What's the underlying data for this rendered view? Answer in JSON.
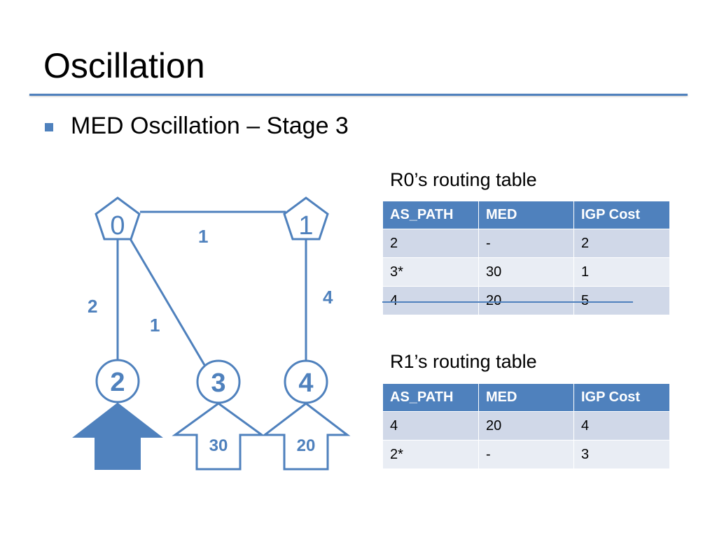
{
  "slide": {
    "title": "Oscillation",
    "bullet": "MED Oscillation – Stage 3"
  },
  "colors": {
    "accent": "#4f81bd",
    "header_fill": "#4f81bd",
    "row_odd": "#d0d8e8",
    "row_even": "#e9edf4"
  },
  "diagram": {
    "nodes": {
      "n0": {
        "label": "0",
        "shape": "pentagon"
      },
      "n1": {
        "label": "1",
        "shape": "pentagon"
      },
      "n2": {
        "label": "2",
        "shape": "circle"
      },
      "n3": {
        "label": "3",
        "shape": "circle"
      },
      "n4": {
        "label": "4",
        "shape": "circle"
      }
    },
    "edges": {
      "e01": {
        "from": "0",
        "to": "1",
        "weight": "1"
      },
      "e02": {
        "from": "0",
        "to": "2",
        "weight": "2"
      },
      "e03": {
        "from": "0",
        "to": "3",
        "weight": "1"
      },
      "e14": {
        "from": "1",
        "to": "4",
        "weight": "4"
      }
    },
    "arrows": {
      "a2": {
        "label": "",
        "style": "filled"
      },
      "a3": {
        "label": "30",
        "style": "outline"
      },
      "a4": {
        "label": "20",
        "style": "outline"
      }
    }
  },
  "r0_table": {
    "caption": "R0’s routing table",
    "headers": [
      "AS_PATH",
      "MED",
      "IGP Cost"
    ],
    "rows": [
      [
        "2",
        "-",
        "2"
      ],
      [
        "3*",
        "30",
        "1"
      ],
      [
        "4",
        "20",
        "5"
      ]
    ],
    "struck_row": 3
  },
  "r1_table": {
    "caption": "R1’s routing table",
    "headers": [
      "AS_PATH",
      "MED",
      "IGP Cost"
    ],
    "rows": [
      [
        "4",
        "20",
        "4"
      ],
      [
        "2*",
        "-",
        "3"
      ]
    ]
  }
}
